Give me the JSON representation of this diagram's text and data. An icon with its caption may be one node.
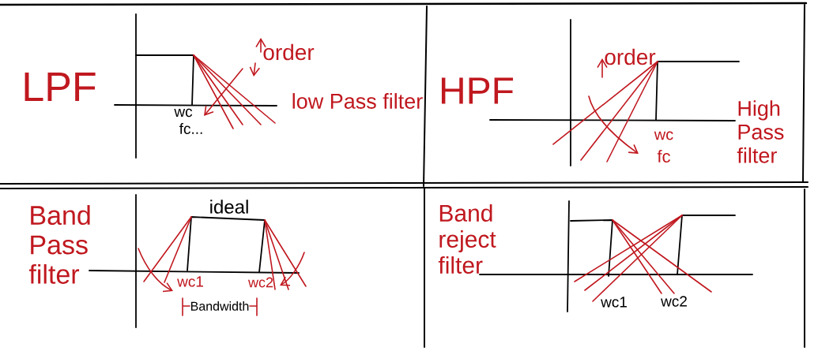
{
  "diagram": {
    "labels": [
      "LPF",
      "order",
      "low Pass filter",
      "wc",
      "fc...",
      "HPF",
      "order",
      "High Pass filter",
      "wc",
      "fc",
      "Band Pass filter",
      "ideal",
      "wc1",
      "wc2",
      "Bandwidth",
      "Band reject filter",
      "wc1",
      "wc2"
    ]
  }
}
